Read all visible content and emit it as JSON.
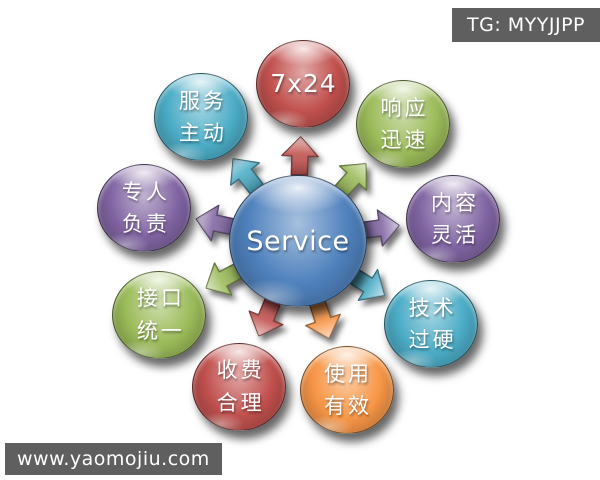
{
  "watermarks": {
    "top_right": "TG: MYYJJPP",
    "bottom_left": "www.yaomojiu.com",
    "background": "#5f5f5f",
    "text_color": "#ffffff"
  },
  "diagram": {
    "type": "radial-diverging",
    "center": {
      "name": "center-node-service",
      "label": "Service",
      "color": "#4f81bd"
    },
    "nodes": [
      {
        "name": "node-7x24",
        "label_lines": [
          "7x24"
        ],
        "color": "#c0504d",
        "angle": 88
      },
      {
        "name": "node-xiangying-xunsu",
        "label_lines": [
          "响应",
          "迅速"
        ],
        "color": "#9bbb59",
        "angle": 48
      },
      {
        "name": "node-neirong-linghuo",
        "label_lines": [
          "内容",
          "灵活"
        ],
        "color": "#8064a2",
        "angle": 8
      },
      {
        "name": "node-jishu-guoying",
        "label_lines": [
          "技术",
          "过硬"
        ],
        "color": "#4bacc6",
        "angle": -32
      },
      {
        "name": "node-shiyong-youxiao",
        "label_lines": [
          "使用",
          "有效"
        ],
        "color": "#f79646",
        "angle": -72
      },
      {
        "name": "node-shoufei-heli",
        "label_lines": [
          "收费",
          "合理"
        ],
        "color": "#c0504d",
        "angle": -112
      },
      {
        "name": "node-jiekou-tongyi",
        "label_lines": [
          "接口",
          "统一"
        ],
        "color": "#9bbb59",
        "angle": -152
      },
      {
        "name": "node-zhuanren-fuze",
        "label_lines": [
          "专人",
          "负责"
        ],
        "color": "#8064a2",
        "angle": 168
      },
      {
        "name": "node-fuwu-zhudong",
        "label_lines": [
          "服务",
          "主动"
        ],
        "color": "#4bacc6",
        "angle": 128
      }
    ]
  }
}
